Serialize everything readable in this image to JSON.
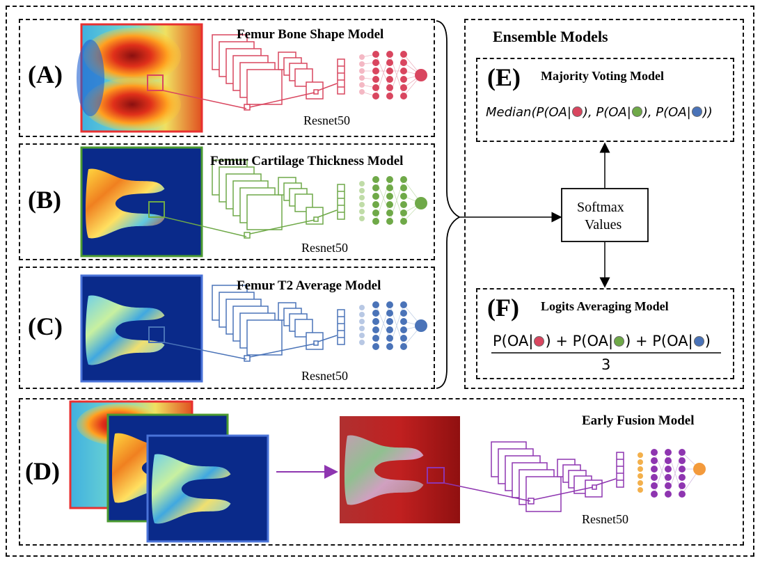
{
  "labels": {
    "a": "(A)",
    "b": "(B)",
    "c": "(C)",
    "d": "(D)",
    "e": "(E)",
    "f": "(F)"
  },
  "models": {
    "bone": "Femur Bone Shape Model",
    "cartilage": "Femur Cartilage Thickness Model",
    "t2": "Femur T2 Average Model",
    "early_fusion": "Early Fusion Model"
  },
  "backbone": "Resnet50",
  "ensemble": {
    "title": "Ensemble Models",
    "majority": "Majority Voting Model",
    "logits": "Logits Averaging Model",
    "softmax_line1": "Softmax",
    "softmax_line2": "Values",
    "median_prefix": "Median(P(OA|",
    "sep": "), P(OA|",
    "close_last": "))",
    "frac_p": "P(OA|",
    "frac_close_plus": ") + ",
    "frac_close": ")",
    "denominator": "3"
  },
  "colors": {
    "red": "#d9465f",
    "green": "#6fa948",
    "blue": "#4a73b8",
    "purple": "#8e35b0",
    "orange": "#f39a3c"
  }
}
